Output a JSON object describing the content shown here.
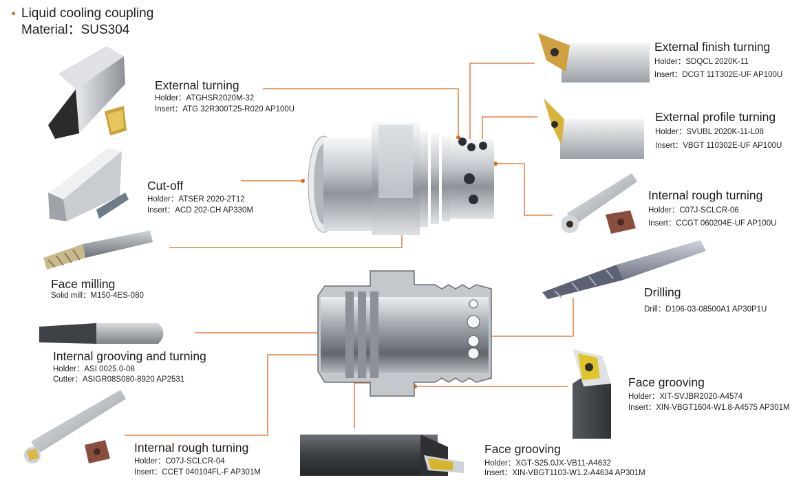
{
  "header": {
    "title": "Liquid cooling coupling",
    "material": "Material：SUS304"
  },
  "colors": {
    "accent": "#d86a25",
    "text": "#1d1d1d",
    "steel": "#b8bcc2"
  },
  "annotations": {
    "external_turning": {
      "title": "External turning",
      "l1": "Holder：ATGHSR2020M-32",
      "l2": "Insert：ATG 32R300T25-R020 AP100U"
    },
    "cut_off": {
      "title": "Cut-off",
      "l1": "Holder：ATSER 2020-2T12",
      "l2": "Insert：ACD 202-CH AP330M"
    },
    "face_milling": {
      "title": "Face milling",
      "l1": "Solid mill：M150-4ES-080"
    },
    "internal_grooving": {
      "title": "Internal grooving and turning",
      "l1": "Holder：ASI 0025.0-08",
      "l2": "Cutter：ASIGR08S080-8920 AP2531"
    },
    "internal_rough_left": {
      "title": "Internal rough turning",
      "l1": "Holder：C07J-SCLCR-04",
      "l2": "Insert：CCET 040104FL-F AP301M"
    },
    "external_finish": {
      "title": "External finish turning",
      "l1": "Holder：SDQCL 2020K-11",
      "l2": "Insert：DCGT 11T302E-UF AP100U"
    },
    "external_profile": {
      "title": "External profile turning",
      "l1": "Holder：SVUBL 2020K-11-L08",
      "l2": "Insert：VBGT 110302E-UF AP100U"
    },
    "internal_rough_right": {
      "title": "Internal rough turning",
      "l1": "Holder：C07J-SCLCR-06",
      "l2": "Insert：CCGT 060204E-UF AP100U"
    },
    "drilling": {
      "title": "Drilling",
      "l1": "Drill：D106-03-08500A1 AP30P1U"
    },
    "face_grooving_right": {
      "title": "Face grooving",
      "l1": "Holder：XIT-SVJBR2020-A4574",
      "l2": "Insert：XIN-VBGT1604-W1.8-A4575 AP301M"
    },
    "face_grooving_bottom": {
      "title": "Face grooving",
      "l1": "Holder：XGT-S25.0JX-VB11-A4632",
      "l2": "Insert：XIN-VBGT1103-W1.2-A4634 AP301M"
    }
  }
}
